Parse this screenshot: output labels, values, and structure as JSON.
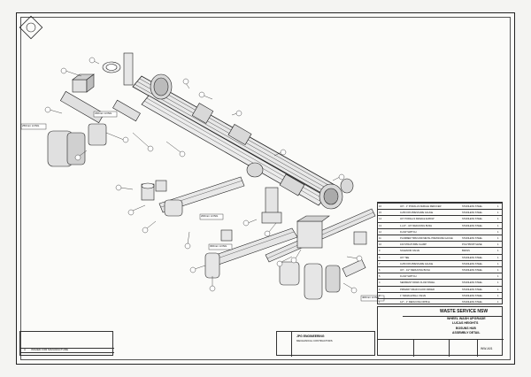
{
  "title_block": {
    "company": "WASTE SERVICE NSW",
    "project": "WHEEL WASH UPGRADE",
    "site": "LUCAS HEIGHTS",
    "sheet_title_1": "BOSUNS HUB",
    "sheet_title_2": "ASSEMBLY DETAIL",
    "designer": "JPG ENGINEERING",
    "designer_sub": "MECHANICAL CONTRACTORS"
  },
  "bom": [
    {
      "no": "16",
      "desc": "3/4\" - 1\" PORALLS FEMALE REDUCER",
      "mat": "STAINLESS STEEL",
      "qty": "1"
    },
    {
      "no": "15",
      "desc": "0-250 KPA PRESSURE GAUGE",
      "mat": "STAINLESS STEEL",
      "qty": "1"
    },
    {
      "no": "14",
      "desc": "3/4\" PORALLS FEMALE ELBOW",
      "mat": "STAINLESS STEEL",
      "qty": "1"
    },
    {
      "no": "13",
      "desc": "1-1/4\" - 3/4\" REDUCING BUSH",
      "mat": "STAINLESS STEEL",
      "qty": "1"
    },
    {
      "no": "12",
      "desc": "FLOW SWITCH",
      "mat": "",
      "qty": "1"
    },
    {
      "no": "11",
      "desc": "PLUMBER TRIM AND METAL PRESSURE GAUGE",
      "mat": "STAINLESS STEEL",
      "qty": "1"
    },
    {
      "no": "10",
      "desc": "100 STRAIT-BPE CLAMP",
      "mat": "POLYPROPYLENE",
      "qty": "1"
    },
    {
      "no": "9",
      "desc": "SOLENOID VALVE",
      "mat": "BRASS",
      "qty": "1"
    },
    {
      "no": "8",
      "desc": "3/4\" TEE",
      "mat": "STAINLESS STEEL",
      "qty": "1"
    },
    {
      "no": "7",
      "desc": "0-250 KPA PRESSURE GAUGE",
      "mat": "STAINLESS STEEL",
      "qty": "1"
    },
    {
      "no": "6",
      "desc": "3/4\" - 1/2\" REDUCING BUSH",
      "mat": "STAINLESS STEEL",
      "qty": "1"
    },
    {
      "no": "5",
      "desc": "FLOW SWITCH",
      "mat": "",
      "qty": "1"
    },
    {
      "no": "4",
      "desc": "SEDIMENT DRAIN FLOW PANEL",
      "mat": "STAINLESS STEEL",
      "qty": "1"
    },
    {
      "no": "3",
      "desc": "PRIMARY DRAIN FLOW ORDER",
      "mat": "STAINLESS STEEL",
      "qty": "1"
    },
    {
      "no": "2",
      "desc": "1\" FEMALE BALL VALVE",
      "mat": "STAINLESS STEEL",
      "qty": "1"
    },
    {
      "no": "1",
      "desc": "1/2\" - 1\" REDUCING NIPPLE",
      "mat": "STAINLESS STEEL",
      "qty": "1"
    }
  ],
  "dimensions": [
    {
      "label": "250mm LONG"
    },
    {
      "label": "230mm LONG"
    },
    {
      "label": "200mm LONG"
    },
    {
      "label": "300mm LONG"
    },
    {
      "label": "400mm LONG"
    }
  ],
  "revision": {
    "no": "A",
    "desc": "ISSUED FOR MANUFACTURE"
  },
  "drawing_no": "WW-A01"
}
